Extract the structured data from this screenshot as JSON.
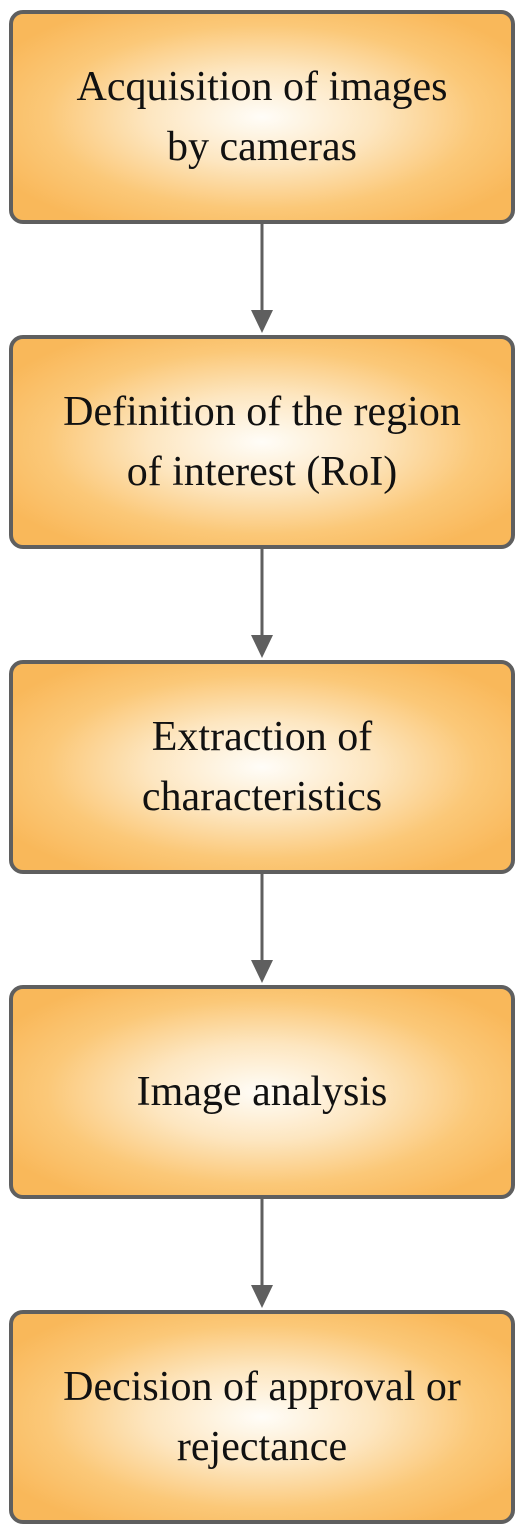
{
  "colors": {
    "box_border": "#5f5f5f",
    "box_fill_center": "#fffdf8",
    "box_fill_edge": "#f9b85a",
    "arrow": "#5f5f5f",
    "text": "#111111"
  },
  "steps": [
    {
      "label": "Acquisition of images\nby cameras"
    },
    {
      "label": "Definition of the region\nof interest (RoI)"
    },
    {
      "label": "Extraction of\ncharacteristics"
    },
    {
      "label": "Image analysis"
    },
    {
      "label": "Decision of approval or\nrejectance"
    }
  ]
}
